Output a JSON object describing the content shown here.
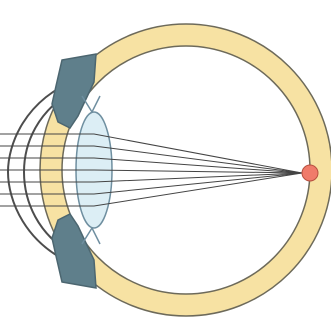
{
  "diagram": {
    "colors": {
      "sclera": "#F7E2A3",
      "sclera_stroke": "#6D6A5A",
      "interior": "#FFFFFF",
      "lens": "#DCEEF5",
      "lens_stroke": "#6F8FA0",
      "iris": "#5F7F8B",
      "iris_stroke": "#4C6670",
      "cornea_stroke": "#4D4D4D",
      "ray": "#444444",
      "focus_point": "#F07B6A",
      "focus_point_stroke": "#B7503F"
    },
    "parts": [
      "sclera",
      "cornea",
      "iris",
      "lens",
      "light-rays",
      "focal-point"
    ]
  }
}
